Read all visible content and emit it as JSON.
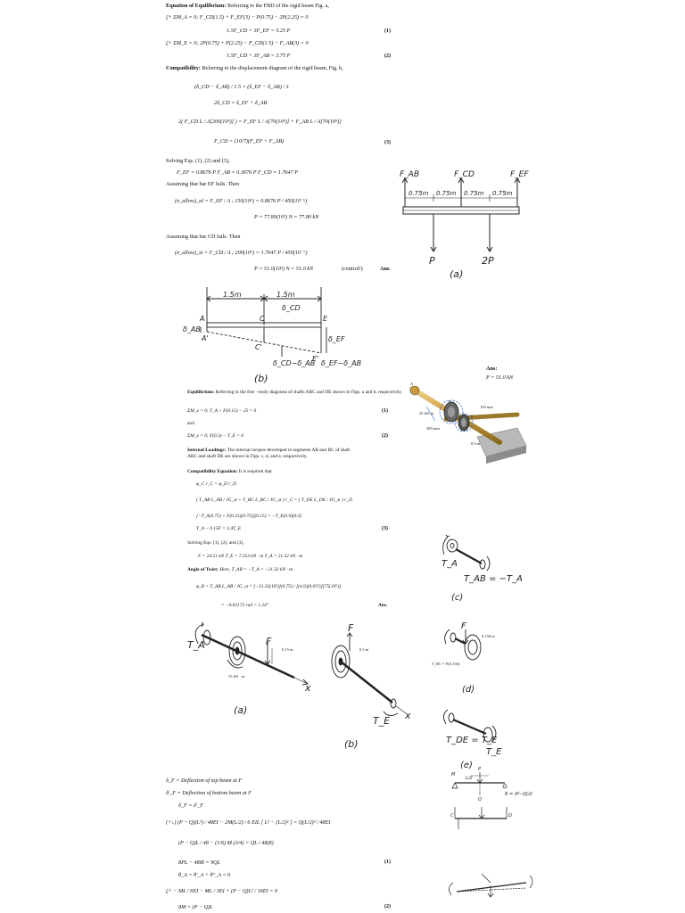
{
  "p1": {
    "title": "Equation of Equilibrium:",
    "title_rest": "Referring to the FBD of the rigid beam Fig. a,",
    "eq_ma": "ζ+ ΣM_A = 0;      F_CD(1.5) + F_EF(3) − P(0.75) − 2P(2.25) = 0",
    "eq1": "1.5F_CD + 3F_EF = 5.25 P",
    "eq1_no": "(1)",
    "eq_me": "ζ+ ΣM_E = 0;      2P(0.75) + P(2.25) − F_CD(1.5) − F_AB(3) = 0",
    "eq2": "1.5F_CD + 3F_AB = 3.75 P",
    "eq2_no": "(2)",
    "compat_title": "Compatibility:",
    "compat_rest": "Referring to the displacement diagram of the rigid beam, Fig. b,",
    "c1": "(δ_CD − δ_AB) / 1.5  =  (δ_EF − δ_AB) / 3",
    "c2": "2δ_CD = δ_EF + δ_AB",
    "c3": "2( F_CD L / A[200(10⁹)] ) = F_EF L / A[70(10⁹)] + F_AB L / A[70(10⁹)]",
    "c4": "F_CD = (10/7)(F_EF + F_AB)",
    "eq3_no": "(3)",
    "solving": "Solving Eqs. (1), (2) and (3),",
    "sol": "F_EF = 0.8676 P        F_AB = 0.3676 P        F_CD = 1.7647 P",
    "assume_ef": "Assuming that bar EF fails. Then",
    "ef1": "(σ_allow)_al = F_EF / A ;        150(10⁶) = 0.8676 P / 450(10⁻⁶)",
    "ef2": "P = 77.80(10³) N = 77.80 kN",
    "assume_cd": "Assuming that bar CD fails. Then",
    "cd1": "(σ_allow)_st = F_CD / A ;        200(10⁶) = 1.7647 P / 450(10⁻⁶)",
    "cd2": "P = 51.0(10³) N = 51.0 kN",
    "control": "(control!)",
    "ans": "Ans.",
    "ans_box_label": "Ans:",
    "ans_box_value": "P = 51.0 kN"
  },
  "fig_a1": {
    "fab": "F_AB",
    "fcd": "F_CD",
    "fef": "F_EF",
    "dims": [
      "0.75m",
      "0.75m",
      "0.75m",
      "0.75m"
    ],
    "p": "P",
    "p2": "2P",
    "cap": "(a)"
  },
  "fig_b1": {
    "d1": "1.5m",
    "d2": "1.5m",
    "a": "A",
    "c": "C",
    "e": "E",
    "a2": "A'",
    "c2": "C'",
    "e2": "E'",
    "dab": "δ_AB",
    "dcd": "δ_CD",
    "def": "δ_EF",
    "diff1": "δ_CD−δ_AB",
    "diff2": "δ_EF−δ_AB",
    "cap": "(b)"
  },
  "p2": {
    "eq_title": "Equilibrium:",
    "eq_rest": "Referring to the free - body diagrams of shafts ABC and DE shown in Figs. a and b, respectively.",
    "e1": "ΣM_x = 0;     T_A + F(0.15) − 25 = 0",
    "e1_no": "(1)",
    "and": "and",
    "e2": "ΣM_x = 0;     F(0.3) − T_E = 0",
    "e2_no": "(2)",
    "int_title": "Internal Loadings:",
    "int_rest": "The internal torques developed in segments AB and BC of shaft",
    "int_rest2": "ABC and shaft DE are shown in Figs. c, d, and e, respectively.",
    "comp_title": "Compatibility Equation:",
    "comp_rest": "It is required that",
    "k1": "φ_C r_C = φ_D r_D",
    "k2": "( T_AB L_AB / JG_st + T_BC L_BC / JG_st ) r_C = ( T_DE L_DE / JG_st ) r_D",
    "k3": "[−T_A(0.75) + F(0.15)(0.75)](0.15) = −T_E(0.9)(0.3)",
    "k4": "T_A − 0.15F = 2.4T_E",
    "k4_no": "(3)",
    "solving": "Solving Eqs. (1), (2), and (3),",
    "sol": "F = 24.51 kN               T_E = 7.353 kN · m               T_A = 21.32 kN · m",
    "twist_title": "Angle of Twist:",
    "twist_rest": "Here, T_AB = −T_A = −21.32 kN · m",
    "t1": "φ_B = T_AB L_AB / JG_st = [−21.32(10³)](0.75) / [(π/2)(0.05⁴)][75(10⁹)]",
    "t2": "= −0.02172 rad = 1.24°",
    "ans": "Ans.",
    "fig_pic": {
      "a": "A",
      "b": "B",
      "c": "C",
      "load": "25 kN·m",
      "d1": "150 mm",
      "d2": "300 mm",
      "d3": "0.9 m"
    }
  },
  "fig_c": {
    "ta": "T_A",
    "tab": "T_AB = −T_A",
    "cap": "(c)"
  },
  "fig_a2": {
    "ta": "T_A",
    "f": "F",
    "dim": "0.15 m",
    "load": "25 kN · m",
    "x": "x",
    "cap": "(a)"
  },
  "fig_b2": {
    "f": "F",
    "dim": "0.3 m",
    "te": "T_E",
    "x": "x",
    "cap": "(b)"
  },
  "fig_d": {
    "f": "F",
    "dim": "0.150 m",
    "tbc": "T_BC = F(0.150)",
    "cap": "(d)"
  },
  "fig_e": {
    "tde": "T_DE = T_E",
    "te": "T_E",
    "cap": "(e)"
  },
  "p3": {
    "l1": "δ_F = Deflection of top beam at F",
    "l2": "δ'_F = Deflection of bottom beam at F",
    "l3": "δ_F = δ'_F",
    "l4": "(+↓)   (P − Q)(L³) / 48EI  −  2M(L/2) / 6 EIL [ L² − (L/2)² ]  =  Q(L/2)³ / 48EI",
    "l5": "(P − Q)L / 48  −  (1/6) M (3/4)  =  QL / 48(8)",
    "l6": "8PL − 48M = 9QL",
    "l6_no": "(1)",
    "l7": "θ_A = θ'_A + θ''_A = 0",
    "l8": "ζ+   − ML / 6EI  −  ML / 3EI  +  (P − Q)L² / 16EI  =  0",
    "l9": "8M = (P − Q)L",
    "l9_no": "(2)"
  },
  "fig_sk": {
    "p": "P",
    "l2": "L/2",
    "q": "Q",
    "m": "M",
    "c": "C",
    "d": "D",
    "r": "R",
    "vals": "R = (P−Q)/2"
  }
}
